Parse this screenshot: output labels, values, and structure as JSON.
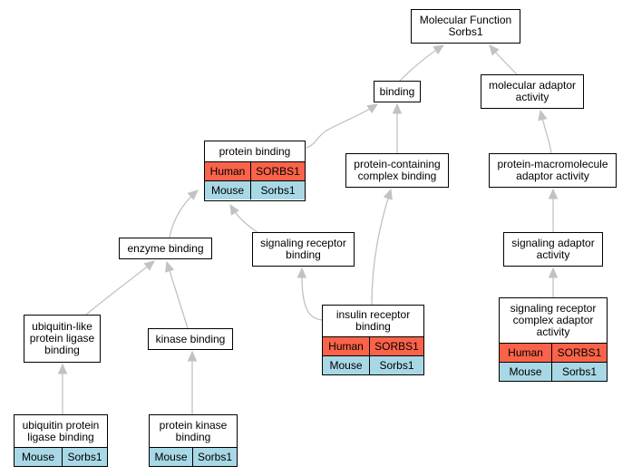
{
  "colors": {
    "human": "#fa6349",
    "mouse": "#a8d8e6",
    "edge": "#c2c2c2",
    "border": "#000000"
  },
  "nodes": {
    "molecular_function": {
      "label": "Molecular Function Sorbs1"
    },
    "binding": {
      "label": "binding"
    },
    "molecular_adaptor_activity": {
      "label": "molecular adaptor activity"
    },
    "protein_binding": {
      "label": "protein binding",
      "rows": [
        {
          "species": "Human",
          "gene": "SORBS1"
        },
        {
          "species": "Mouse",
          "gene": "Sorbs1"
        }
      ]
    },
    "protein_containing_complex_binding": {
      "label": "protein-containing complex binding"
    },
    "protein_macromolecule_adaptor_activity": {
      "label": "protein-macromolecule adaptor activity"
    },
    "enzyme_binding": {
      "label": "enzyme binding"
    },
    "signaling_receptor_binding": {
      "label": "signaling receptor binding"
    },
    "signaling_adaptor_activity": {
      "label": "signaling adaptor activity"
    },
    "ubiquitin_like_protein_ligase_binding": {
      "label": "ubiquitin-like protein ligase binding"
    },
    "kinase_binding": {
      "label": "kinase binding"
    },
    "insulin_receptor_binding": {
      "label": "insulin receptor binding",
      "rows": [
        {
          "species": "Human",
          "gene": "SORBS1"
        },
        {
          "species": "Mouse",
          "gene": "Sorbs1"
        }
      ]
    },
    "signaling_receptor_complex_adaptor_activity": {
      "label": "signaling receptor complex adaptor activity",
      "rows": [
        {
          "species": "Human",
          "gene": "SORBS1"
        },
        {
          "species": "Mouse",
          "gene": "Sorbs1"
        }
      ]
    },
    "ubiquitin_protein_ligase_binding": {
      "label": "ubiquitin protein ligase binding",
      "rows": [
        {
          "species": "Mouse",
          "gene": "Sorbs1"
        }
      ]
    },
    "protein_kinase_binding": {
      "label": "protein kinase binding",
      "rows": [
        {
          "species": "Mouse",
          "gene": "Sorbs1"
        }
      ]
    }
  },
  "edges": [
    {
      "from": "binding",
      "to": "molecular_function"
    },
    {
      "from": "molecular_adaptor_activity",
      "to": "molecular_function"
    },
    {
      "from": "protein_binding",
      "to": "binding"
    },
    {
      "from": "protein_containing_complex_binding",
      "to": "binding"
    },
    {
      "from": "protein_macromolecule_adaptor_activity",
      "to": "molecular_adaptor_activity"
    },
    {
      "from": "enzyme_binding",
      "to": "protein_binding"
    },
    {
      "from": "signaling_receptor_binding",
      "to": "protein_binding"
    },
    {
      "from": "signaling_adaptor_activity",
      "to": "protein_macromolecule_adaptor_activity"
    },
    {
      "from": "ubiquitin_like_protein_ligase_binding",
      "to": "enzyme_binding"
    },
    {
      "from": "kinase_binding",
      "to": "enzyme_binding"
    },
    {
      "from": "insulin_receptor_binding",
      "to": "protein_containing_complex_binding"
    },
    {
      "from": "insulin_receptor_binding",
      "to": "signaling_receptor_binding"
    },
    {
      "from": "signaling_receptor_complex_adaptor_activity",
      "to": "signaling_adaptor_activity"
    },
    {
      "from": "ubiquitin_protein_ligase_binding",
      "to": "ubiquitin_like_protein_ligase_binding"
    },
    {
      "from": "protein_kinase_binding",
      "to": "kinase_binding"
    }
  ]
}
